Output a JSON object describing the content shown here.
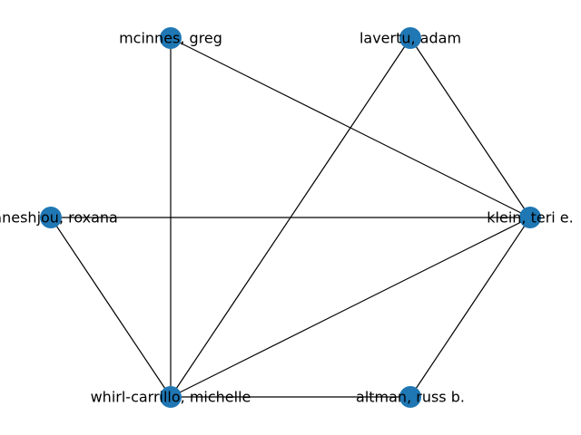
{
  "graph": {
    "node_color": "#1f77b4",
    "edge_color": "#000000",
    "nodes": [
      {
        "id": "mcinnes",
        "label": "mcinnes, greg"
      },
      {
        "id": "lavertu",
        "label": "lavertu, adam"
      },
      {
        "id": "daneshjou",
        "label": "daneshjou, roxana"
      },
      {
        "id": "klein",
        "label": "klein, teri e."
      },
      {
        "id": "whirl",
        "label": "whirl-carrillo, michelle"
      },
      {
        "id": "altman",
        "label": "altman, russ b."
      }
    ],
    "edges": [
      [
        "mcinnes",
        "klein"
      ],
      [
        "mcinnes",
        "whirl"
      ],
      [
        "lavertu",
        "klein"
      ],
      [
        "lavertu",
        "whirl"
      ],
      [
        "daneshjou",
        "klein"
      ],
      [
        "daneshjou",
        "whirl"
      ],
      [
        "whirl",
        "klein"
      ],
      [
        "whirl",
        "altman"
      ],
      [
        "altman",
        "klein"
      ]
    ]
  }
}
